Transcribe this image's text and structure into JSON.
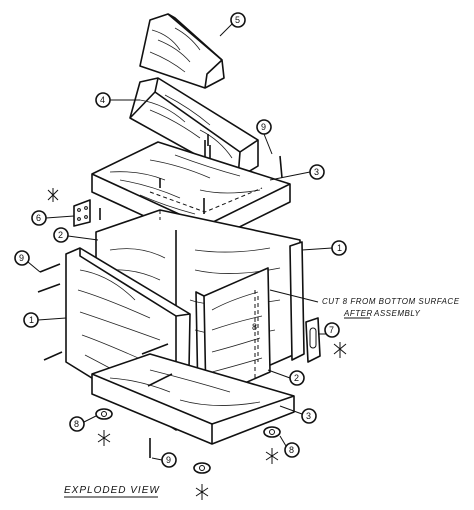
{
  "callouts": {
    "c1_right": "1",
    "c1_left": "1",
    "c2_left": "2",
    "c2_right": "2",
    "c3_top": "3",
    "c3_bottom": "3",
    "c4": "4",
    "c5": "5",
    "c6": "6",
    "c7": "7",
    "c8_left": "8",
    "c8_right": "8",
    "c9_top": "9",
    "c9_left": "9",
    "c9_bottom": "9"
  },
  "note": {
    "line1": "CUT 8 FROM BOTTOM SURFACE",
    "line2_after": "AFTER",
    "line2_rest": "ASSEMBLY"
  },
  "title": "EXPLODED VIEW"
}
